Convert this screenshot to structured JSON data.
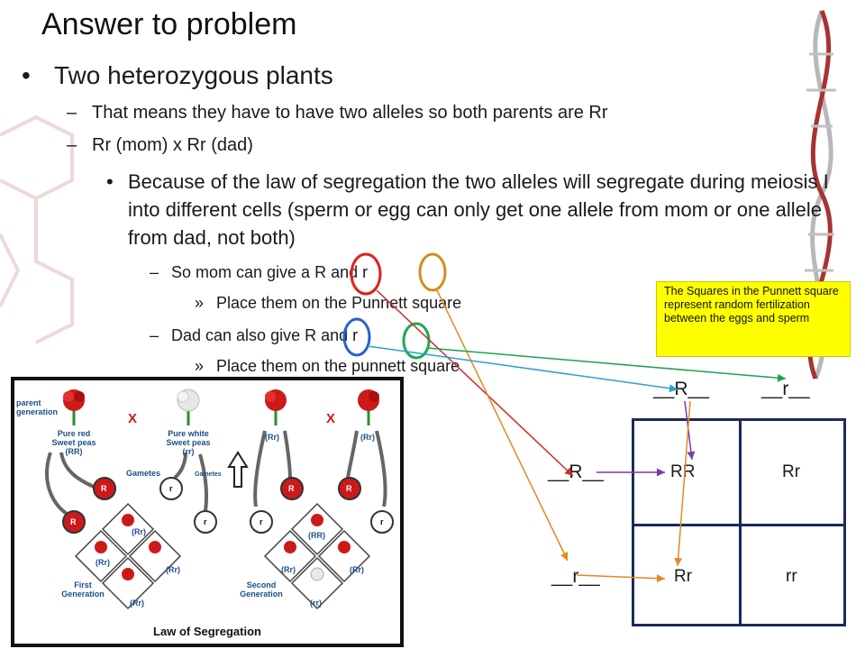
{
  "slide": {
    "title": "Answer to problem",
    "bullet_main": "Two heterozygous plants",
    "sub1": "That means they have to have two alleles so both parents are Rr",
    "sub2": "Rr (mom) x Rr (dad)",
    "dash": "–",
    "dot": "•",
    "raquo": "»",
    "para": "Because of the law of segregation the two alleles will segregate during meiosis I into different cells (sperm or egg can only get one allele from mom or one allele from dad, not both)",
    "mom_give": "So mom can give a R and r",
    "place1": "Place them on the Punnett square",
    "dad_give": "Dad can also give R and r",
    "place2": "Place them on the punnett square"
  },
  "note": "The Squares in the Punnett square represent random fertilization between the eggs and sperm",
  "punnett": {
    "top_left": "__R__",
    "top_right": "__r__",
    "left_top": "__R__",
    "left_bottom": "__r__",
    "cells": [
      "RR",
      "Rr",
      "Rr",
      "rr"
    ]
  },
  "figure": {
    "parent_generation": "parent\ngeneration",
    "pure_red": "Pure red\nSweet peas\n(RR)",
    "pure_white": "Pure white\nSweet peas\n(rr)",
    "cross": "X",
    "gametes": "Gametes",
    "gametes_small": "Gametes",
    "rr_left": "(Rr)",
    "rr_right": "(Rr)",
    "allele_R": "R",
    "allele_r": "r",
    "first_generation": "First\nGeneration",
    "second_generation": "Second\nGeneration",
    "first_cells": [
      "(Rr)",
      "(Rr)",
      "(Rr)",
      "(Rr)"
    ],
    "second_cells": [
      "(RR)",
      "(Rr)",
      "(Rr)",
      "(rr)"
    ],
    "title": "Law of Segregation"
  },
  "colors": {
    "grid": "#1b2a5e",
    "note_bg": "#ffff00",
    "figure_text": "#1d4f8a",
    "red_circle": "#e02020",
    "orange_circle": "#d98a20",
    "blue_circle": "#2a60d0",
    "green_circle": "#1faa50",
    "arrow_red": "#d42a2a",
    "arrow_orange": "#e08a20",
    "arrow_blue": "#2aa0d0",
    "arrow_green": "#20a050",
    "arrow_purple": "#7a3aa8"
  }
}
